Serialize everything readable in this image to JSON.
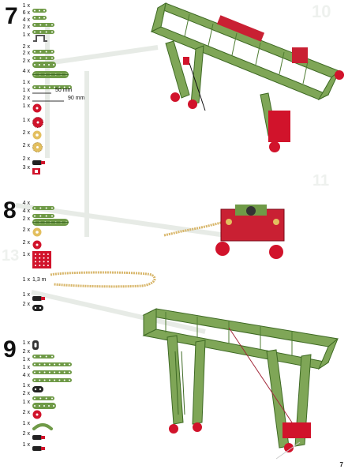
{
  "page": {
    "number": "7"
  },
  "colors": {
    "green": "#6f9a47",
    "green_dark": "#3f6a25",
    "red": "#d1132b",
    "yellow": "#e3bf5f",
    "chain": "#d8b66a"
  },
  "steps": [
    {
      "number": "7",
      "parts": [
        {
          "qty": "1 x",
          "icon": "short-strip"
        },
        {
          "qty": "6 x",
          "icon": "short-strip"
        },
        {
          "qty": "4 x",
          "icon": "medium-strip"
        },
        {
          "qty": "2 x",
          "icon": "medium-strip"
        },
        {
          "qty": "1 x",
          "icon": "bracket"
        },
        {
          "qty": "2 x",
          "icon": "medium-strip"
        },
        {
          "qty": "2 x",
          "icon": "medium-strip"
        },
        {
          "qty": "2 x",
          "icon": "wide-strip"
        },
        {
          "qty": "4 x",
          "icon": "angle-girder"
        },
        {
          "qty": "1 x",
          "icon": "long-strip"
        },
        {
          "qty": "1 x",
          "icon": "axle-50"
        },
        {
          "qty": "2 x",
          "icon": "axle-90"
        },
        {
          "qty": "1 x",
          "icon": "red-wheel"
        },
        {
          "qty": "1 x",
          "icon": "red-gear"
        },
        {
          "qty": "2 x",
          "icon": "yellow-pulley"
        },
        {
          "qty": "2 x",
          "icon": "yellow-gear"
        },
        {
          "qty": "2 x",
          "icon": "crank"
        },
        {
          "qty": "3 x",
          "icon": "red-clip"
        }
      ],
      "dims": {
        "axle_50": "50 mm",
        "axle_90": "90 mm"
      }
    },
    {
      "number": "8",
      "parts": [
        {
          "qty": "4 x",
          "icon": "medium-strip"
        },
        {
          "qty": "4 x",
          "icon": "medium-strip"
        },
        {
          "qty": "2 x",
          "icon": "angle-girder"
        },
        {
          "qty": "2 x",
          "icon": "yellow-pulley"
        },
        {
          "qty": "2 x",
          "icon": "red-wheel"
        },
        {
          "qty": "1 x",
          "icon": "red-plate"
        },
        {
          "qty": "1 x",
          "icon": "chain",
          "label": "1,3 m"
        },
        {
          "qty": "1 x",
          "icon": "crank"
        },
        {
          "qty": "2 x",
          "icon": "small-link"
        }
      ]
    },
    {
      "number": "9",
      "parts": [
        {
          "qty": "1 x",
          "icon": "hook"
        },
        {
          "qty": "2 x",
          "icon": "medium-strip"
        },
        {
          "qty": "1 x",
          "icon": "long-strip"
        },
        {
          "qty": "1 x",
          "icon": "long-strip"
        },
        {
          "qty": "4 x",
          "icon": "long-strip"
        },
        {
          "qty": "1 x",
          "icon": "small-link"
        },
        {
          "qty": "2 x",
          "icon": "medium-strip"
        },
        {
          "qty": "1 x",
          "icon": "wide-strip"
        },
        {
          "qty": "2 x",
          "icon": "red-wheel"
        },
        {
          "qty": "1 x",
          "icon": "curved-strip"
        },
        {
          "qty": "2 x",
          "icon": "crank"
        },
        {
          "qty": "1 x",
          "icon": "crank"
        }
      ]
    }
  ]
}
